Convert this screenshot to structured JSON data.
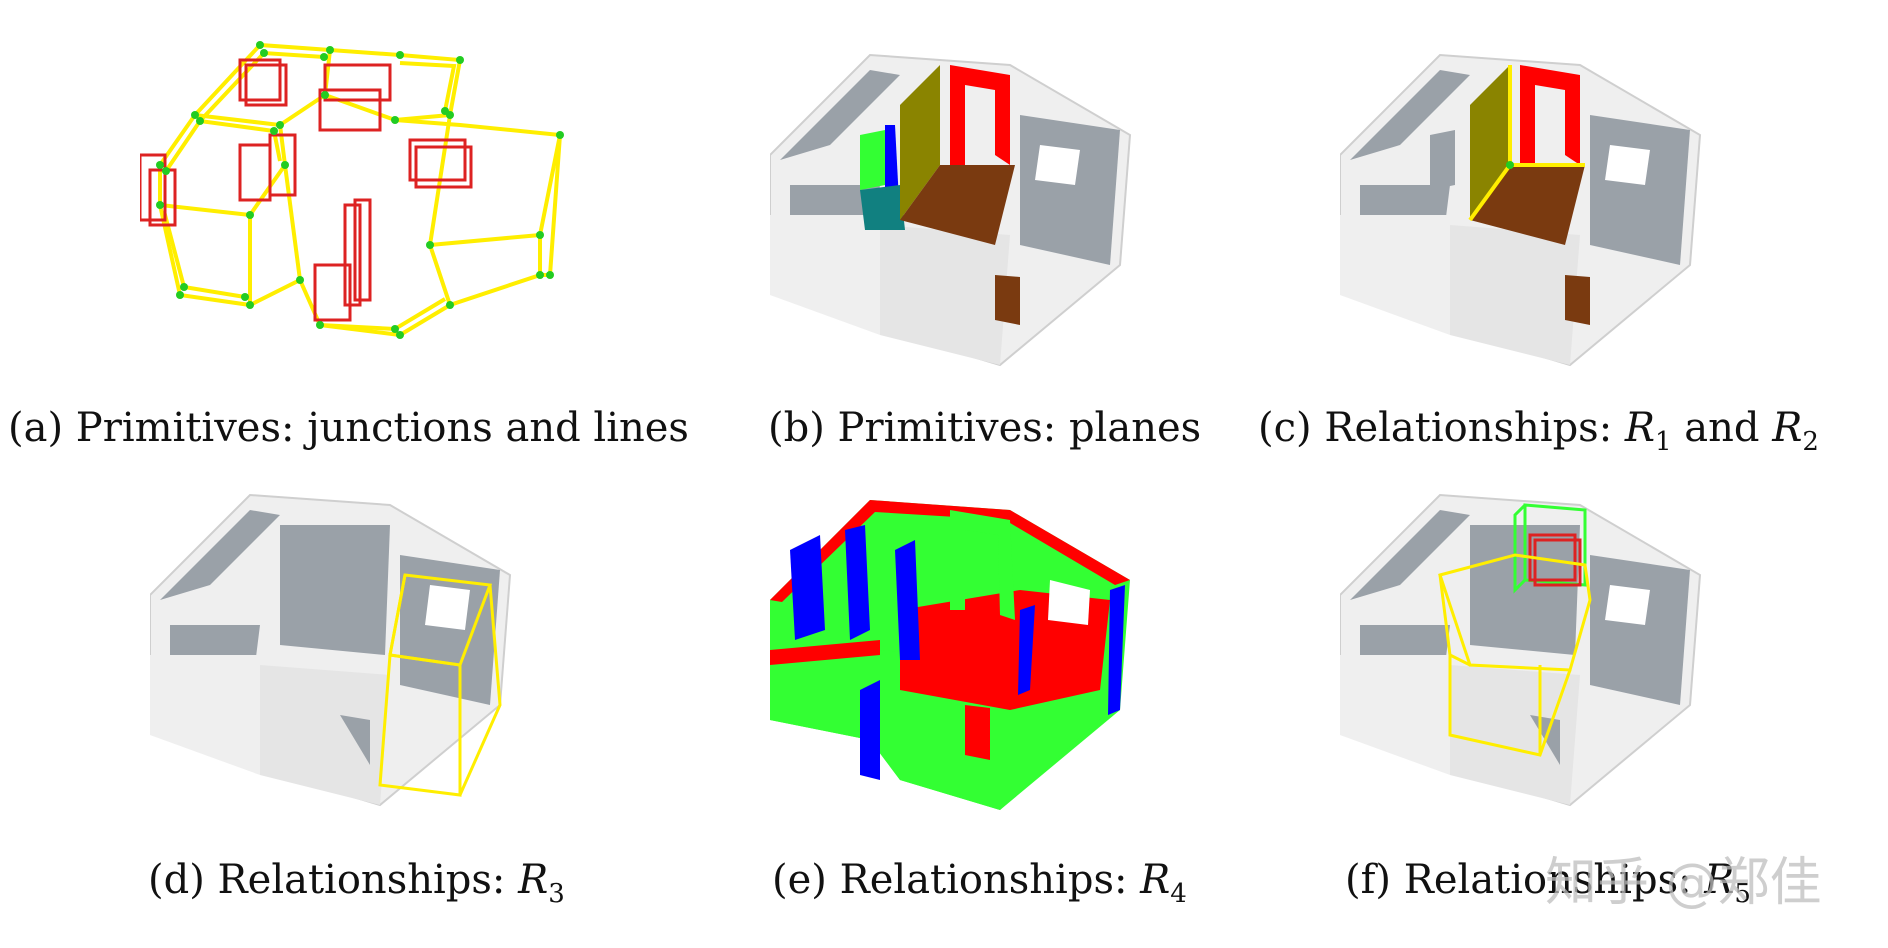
{
  "captions": {
    "a": {
      "label": "(a)",
      "text": "Primitives: junctions and lines"
    },
    "b": {
      "label": "(b)",
      "text": "Primitives: planes"
    },
    "c": {
      "label": "(c)",
      "text": "Relationships:",
      "r1": "R",
      "r1_sub": "1",
      "and": "and",
      "r2": "R",
      "r2_sub": "2"
    },
    "d": {
      "label": "(d)",
      "text": "Relationships:",
      "r": "R",
      "r_sub": "3"
    },
    "e": {
      "label": "(e)",
      "text": "Relationships:",
      "r": "R",
      "r_sub": "4"
    },
    "f": {
      "label": "(f)",
      "text": "Relationships:",
      "r": "R",
      "r_sub": "5"
    }
  },
  "watermark": "知乎 @郑佳",
  "colors": {
    "junction": "#22cc22",
    "line": "#ffee00",
    "opening": "#dd2222",
    "wall_light": "#efefef",
    "wall_side": "#d9d9d9",
    "floor": "#9aa1a8",
    "plane_red": "#ff0000",
    "plane_blue": "#0000ff",
    "plane_green": "#33ff33",
    "plane_olive": "#8a8400",
    "plane_brown": "#7a3a10",
    "plane_teal": "#118080"
  }
}
